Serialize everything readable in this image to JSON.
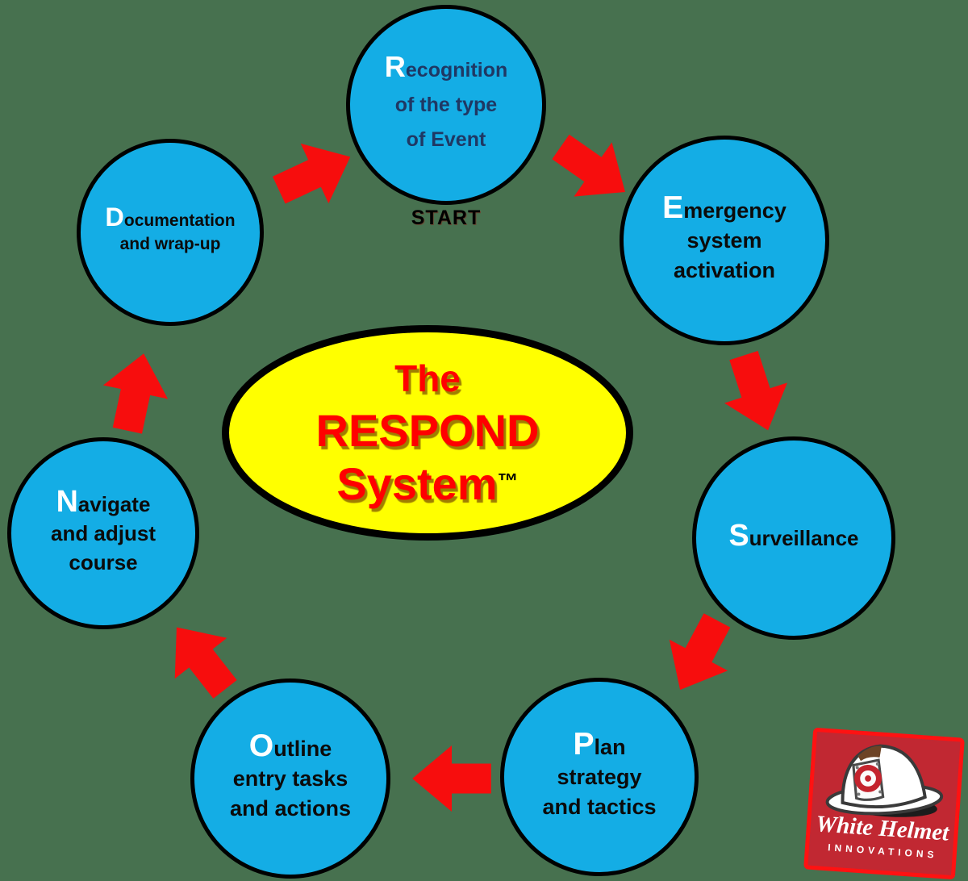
{
  "colors": {
    "background": "#47714F",
    "circle-fill": "#14ADE5",
    "circle-border": "#000000",
    "navy-text": "#1F3864",
    "black-text": "#0B0B0B",
    "cap-letter": "#FFFFFF",
    "arrow-red": "#F70D0D",
    "ellipse-fill": "#FFFF00",
    "ellipse-border": "#000000",
    "title-red": "#FF0000",
    "logo-bg": "#C12832",
    "logo-border": "#FF1212",
    "logo-text": "#FFFFFF"
  },
  "center": {
    "line1": "The",
    "line2": "RESPOND",
    "line3": "System",
    "trademark": "™"
  },
  "start_label": "START",
  "nodes": [
    {
      "id": "recognition",
      "letter": "R",
      "rest": "ecognition",
      "line2": "of the type",
      "line3": "of Event"
    },
    {
      "id": "emergency",
      "letter": "E",
      "rest": "mergency",
      "line2": "system",
      "line3": "activation"
    },
    {
      "id": "surveillance",
      "letter": "S",
      "rest": "urveillance",
      "line2": "",
      "line3": ""
    },
    {
      "id": "plan",
      "letter": "P",
      "rest": "lan",
      "line2": "strategy",
      "line3": "and tactics"
    },
    {
      "id": "outline",
      "letter": "O",
      "rest": "utline",
      "line2": "entry tasks",
      "line3": "and actions"
    },
    {
      "id": "navigate",
      "letter": "N",
      "rest": "avigate",
      "line2": "and adjust",
      "line3": "course"
    },
    {
      "id": "documentation",
      "letter": "D",
      "rest": "ocumentation",
      "line2": "and wrap-up",
      "line3": ""
    }
  ],
  "logo": {
    "name": "White Helmet",
    "sub": "INNOVATIONS"
  }
}
